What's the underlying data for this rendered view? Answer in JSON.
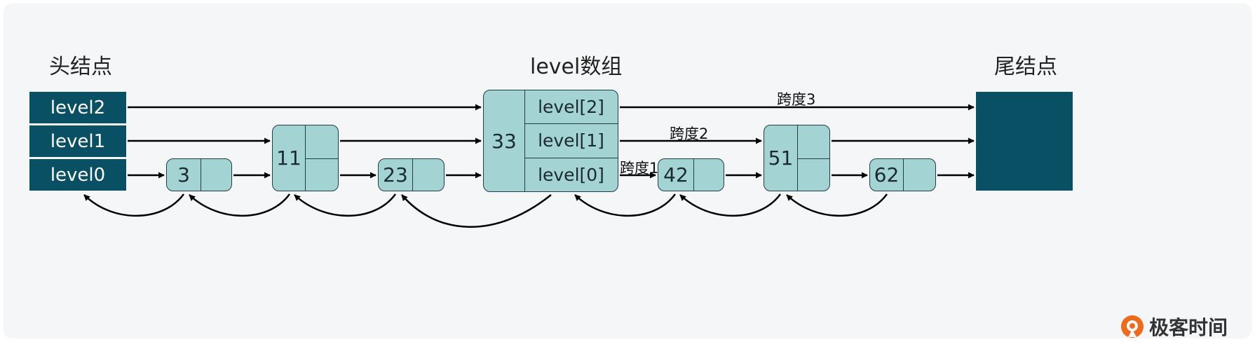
{
  "headers": {
    "head": "头结点",
    "level_array": "level数组",
    "tail": "尾结点"
  },
  "head_levels": [
    "level2",
    "level1",
    "level0"
  ],
  "nodes": {
    "n3": {
      "value": "3"
    },
    "n11": {
      "value": "11"
    },
    "n23": {
      "value": "23"
    },
    "n33": {
      "value": "33",
      "levels": [
        "level[2]",
        "level[1]",
        "level[0]"
      ]
    },
    "n42": {
      "value": "42"
    },
    "n51": {
      "value": "51"
    },
    "n62": {
      "value": "62"
    }
  },
  "spans": {
    "s1": "跨度1",
    "s2": "跨度2",
    "s3": "跨度3"
  },
  "brand": "极客时间",
  "colors": {
    "head_block": "#0a5064",
    "node_fill": "#a4d3d3",
    "accent": "#f06a1c"
  }
}
